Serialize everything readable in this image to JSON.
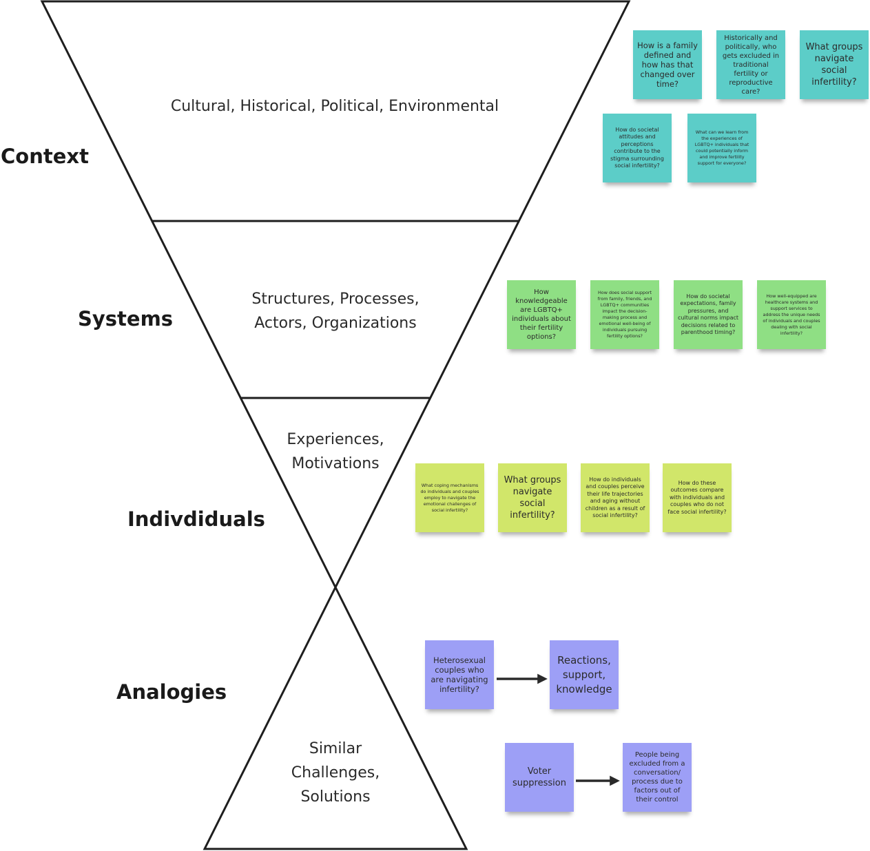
{
  "levels": {
    "context": "Context",
    "systems": "Systems",
    "individuals": "Indivdiduals",
    "analogies": "Analogies"
  },
  "funnel": {
    "context_label": "Cultural, Historical, Political, Environmental",
    "systems_label_line1": "Structures, Processes,",
    "systems_label_line2": "Actors, Organizations",
    "individuals_label_line1": "Experiences,",
    "individuals_label_line2": "Motivations",
    "analogies_label_line1": "Similar",
    "analogies_label_line2": "Challenges,",
    "analogies_label_line3": "Solutions"
  },
  "notes": {
    "context": [
      "How is a family defined and how has that changed over time?",
      "Historically and politically, who gets excluded in traditional fertility or reproductive care?",
      "What groups navigate social infertility?",
      "How do societal attitudes and perceptions contribute to the stigma surrounding social infertility?",
      "What can we learn from the experiences of LGBTQ+ individuals that could potentially inform and improve fertility support for everyone?"
    ],
    "systems": [
      "How knowledgeable are LGBTQ+ individuals about their fertility options?",
      "How does social support from family, friends, and LGBTQ+ communities impact the decision-making process and emotional well-being of individuals pursuing fertility options?",
      "How do societal expectations, family pressures, and cultural norms impact decisions related to parenthood timing?",
      "How well-equipped are healthcare systems and support services to address the unique needs of individuals and couples dealing with social infertility?"
    ],
    "individuals": [
      "What coping mechanisms do individuals and couples employ to navigate the emotional challenges of social infertility?",
      "What groups navigate social infertility?",
      "How do individuals and couples perceive their life trajectories and aging without children as a result of social infertility?",
      "How do these outcomes compare with individuals and couples who do not face social infertility?"
    ],
    "analogies": [
      "Heterosexual couples who are navigating infertility?",
      "Reactions, support, knowledge",
      "Voter suppression",
      "People being excluded from a conversation/ process due to factors out of their control"
    ]
  },
  "colors": {
    "outline": "#1e1e1e",
    "arrow": "#2a2a2a",
    "context_note": "#5ccdc8",
    "systems_note": "#8fdf84",
    "individuals_note": "#d1e66a",
    "analogies_note": "#9d9ff6"
  }
}
